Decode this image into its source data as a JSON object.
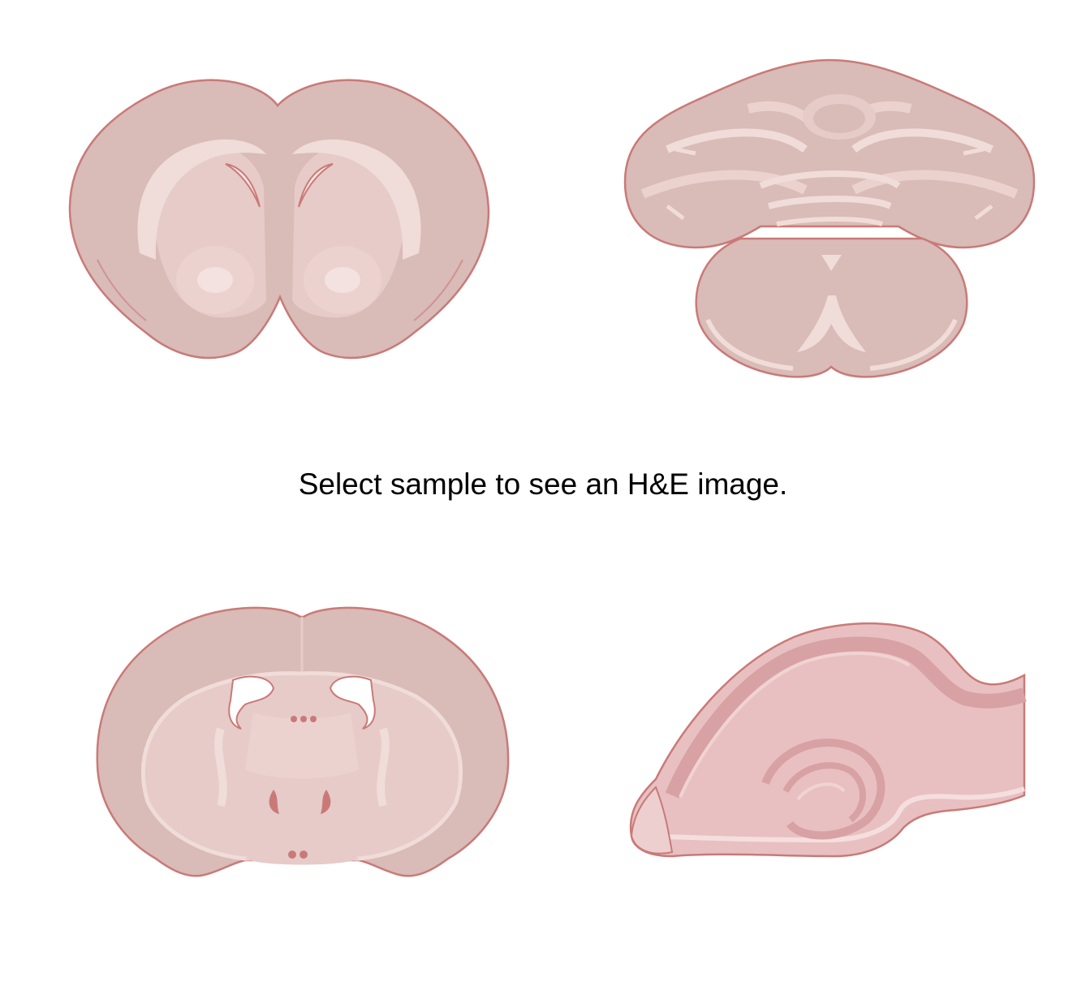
{
  "instruction": "Select sample to see an H&E image.",
  "samples": [
    {
      "name": "forebrain-coronal-section",
      "icon": "brain-coronal-anterior-icon"
    },
    {
      "name": "cerebellum-brainstem-section",
      "icon": "cerebellum-section-icon"
    },
    {
      "name": "brain-coronal-section-mid",
      "icon": "brain-coronal-mid-icon"
    },
    {
      "name": "hippocampus-section",
      "icon": "hippocampus-icon"
    }
  ],
  "colors": {
    "tissue_fill": "#d9bbb7",
    "tissue_light": "#e6cbc8",
    "tissue_pale": "#f0dcd8",
    "outline": "#c97a78",
    "hippo_fill": "#e8c0c1",
    "hippo_dark": "#d8a1a3"
  }
}
